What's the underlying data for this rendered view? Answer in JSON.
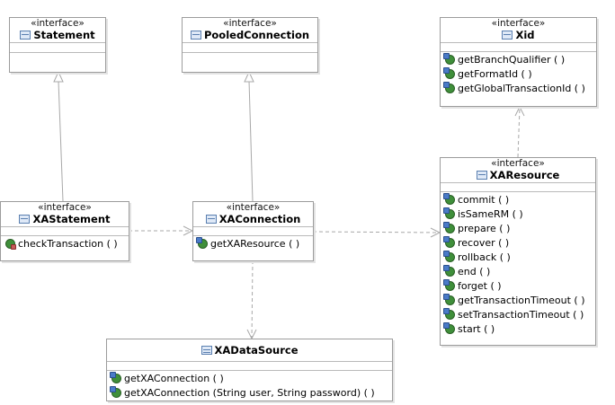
{
  "diagram": {
    "stereotype": "«interface»",
    "classes": {
      "statement": {
        "name": "Statement"
      },
      "pooledconnection": {
        "name": "PooledConnection"
      },
      "xid": {
        "name": "Xid",
        "operations": [
          "getBranchQualifier ( )",
          "getFormatId ( )",
          "getGlobalTransactionId ( )"
        ]
      },
      "xastatement": {
        "name": "XAStatement",
        "operations": [
          "checkTransaction ( )"
        ]
      },
      "xaconnection": {
        "name": "XAConnection",
        "operations": [
          "getXAResource ( )"
        ]
      },
      "xaresource": {
        "name": "XAResource",
        "operations": [
          "commit ( )",
          "isSameRM ( )",
          "prepare ( )",
          "recover ( )",
          "rollback ( )",
          "end ( )",
          "forget ( )",
          "getTransactionTimeout ( )",
          "setTransactionTimeout ( )",
          "start ( )"
        ]
      },
      "xadatasource": {
        "name": "XADataSource",
        "operations": [
          "getXAConnection ( )",
          "getXAConnection (String user, String password) ( )"
        ]
      }
    },
    "relations": [
      {
        "from": "XAStatement",
        "to": "Statement",
        "kind": "generalization"
      },
      {
        "from": "XAConnection",
        "to": "PooledConnection",
        "kind": "generalization"
      },
      {
        "from": "XAResource",
        "to": "Xid",
        "kind": "dependency"
      },
      {
        "from": "XAStatement",
        "to": "XAConnection",
        "kind": "dependency"
      },
      {
        "from": "XAConnection",
        "to": "XAResource",
        "kind": "dependency"
      },
      {
        "from": "XAConnection",
        "to": "XADataSource",
        "kind": "dependency"
      }
    ]
  },
  "colors": {
    "border": "#9c9c9c",
    "edge": "#a8a8a8",
    "op_icon": "#3f8f3a",
    "class_icon": "#5a7fb0"
  }
}
